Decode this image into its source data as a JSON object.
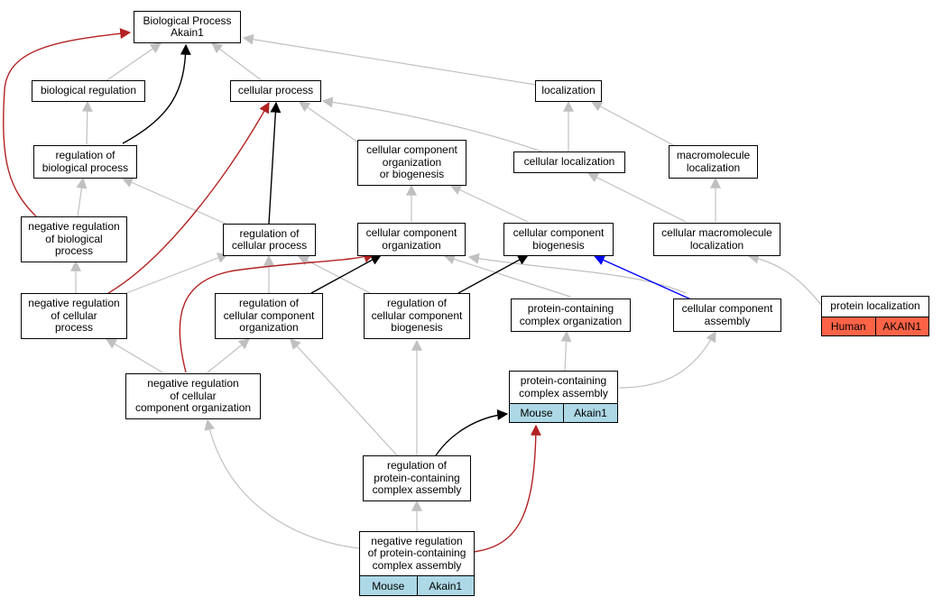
{
  "nodes": {
    "bp": {
      "line1": "Biological Process",
      "line2": "Akain1"
    },
    "biological_regulation": "biological regulation",
    "cellular_process": "cellular process",
    "localization": "localization",
    "regulation_of_biological_process": "regulation of\nbiological process",
    "ccob": "cellular component\norganization\nor biogenesis",
    "cellular_localization": "cellular localization",
    "macromolecule_localization": "macromolecule\nlocalization",
    "negative_regulation_of_biological_process": "negative regulation\nof biological\nprocess",
    "regulation_of_cellular_process": "regulation of\ncellular process",
    "cellular_component_organization": "cellular component\norganization",
    "cellular_component_biogenesis": "cellular component\nbiogenesis",
    "cellular_macromolecule_localization": "cellular macromolecule\nlocalization",
    "protein_localization": "protein localization",
    "negative_regulation_of_cellular_process": "negative regulation\nof cellular\nprocess",
    "regulation_of_cellular_component_organization": "regulation of\ncellular component\norganization",
    "regulation_of_cellular_component_biogenesis": "regulation of\ncellular component\nbiogenesis",
    "protein_containing_complex_organization": "protein-containing\ncomplex organization",
    "cellular_component_assembly": "cellular component\nassembly",
    "negative_regulation_of_ccorg": "negative regulation\nof cellular\ncomponent organization",
    "protein_containing_complex_assembly": "protein-containing\ncomplex assembly",
    "regulation_of_pcca": "regulation of\nprotein-containing\ncomplex assembly",
    "negative_regulation_of_pcca": "negative regulation\nof protein-containing\ncomplex assembly"
  },
  "annotations": {
    "protein_localization": {
      "species": "Human",
      "gene": "AKAIN1"
    },
    "protein_containing_complex_assembly": {
      "species": "Mouse",
      "gene": "Akain1"
    },
    "negative_regulation_of_pcca": {
      "species": "Mouse",
      "gene": "Akain1"
    }
  },
  "colors": {
    "edge_default": "#c0c0c0",
    "edge_black": "#000000",
    "edge_red": "#b22222",
    "edge_blue": "#0000ff",
    "human": "#ff6347",
    "mouse": "#add8e6"
  }
}
